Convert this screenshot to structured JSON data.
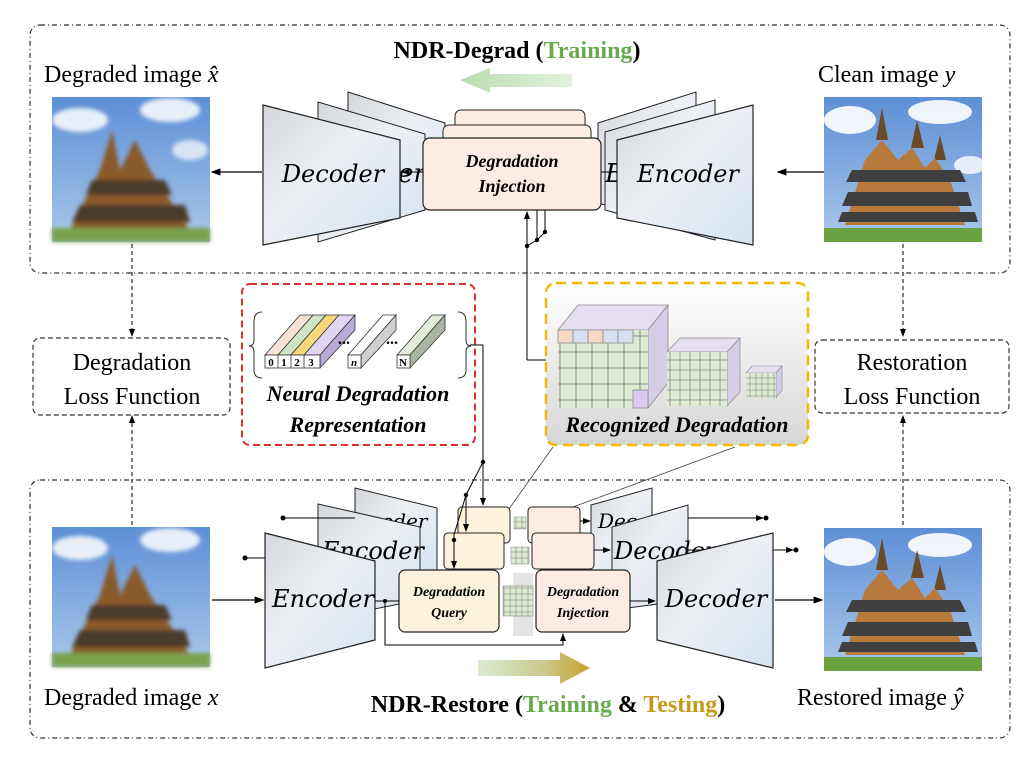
{
  "top_panel": {
    "title_main": "NDR-Degrad (",
    "title_training": "Training",
    "title_close": ")",
    "degraded_label": "Degraded image ",
    "degraded_symbol": "x̂",
    "clean_label": "Clean image ",
    "clean_symbol": "y",
    "decoder_label": "Decoder",
    "encoder_label": "Encoder",
    "injection_line1": "Degradation",
    "injection_line2": "Injection",
    "partial_left": "er",
    "partial_right": "E"
  },
  "middle": {
    "degradation_loss_line1": "Degradation",
    "degradation_loss_line2": "Loss Function",
    "restoration_loss_line1": "Restoration",
    "restoration_loss_line2": "Loss Function",
    "ndr_line1": "Neural Degradation",
    "ndr_line2": "Representation",
    "ndr_indices": [
      "0",
      "1",
      "2",
      "3"
    ],
    "ndr_n": "n",
    "ndr_N": "N",
    "ellipsis": "...",
    "recognized_label": "Recognized Degradation"
  },
  "bottom_panel": {
    "title_main": "NDR-Restore (",
    "title_training": "Training",
    "title_amp": " & ",
    "title_testing": "Testing",
    "title_close": ")",
    "degraded_label": "Degraded image ",
    "degraded_symbol": "x",
    "restored_label": "Restored image ",
    "restored_symbol": "ŷ",
    "encoder_label": "Encoder",
    "decoder_label": "Decoder",
    "query_line1": "Degradation",
    "query_line2": "Query",
    "injection_line1": "Degradation",
    "injection_line2": "Injection",
    "back_encoder_1": "coder",
    "back_encoder_2": "Encoder",
    "back_decoder_1": "Decod",
    "back_decoder_2": "Decoder"
  },
  "colors": {
    "training_green": "#6aaa4e",
    "testing_gold": "#c49a1c",
    "ndr_border": "#e0302a",
    "recognized_border": "#f5b800",
    "trapezoid_fill": "#dde6f0",
    "injection_fill": "#fcece4",
    "query_fill": "#fdf3dc"
  }
}
